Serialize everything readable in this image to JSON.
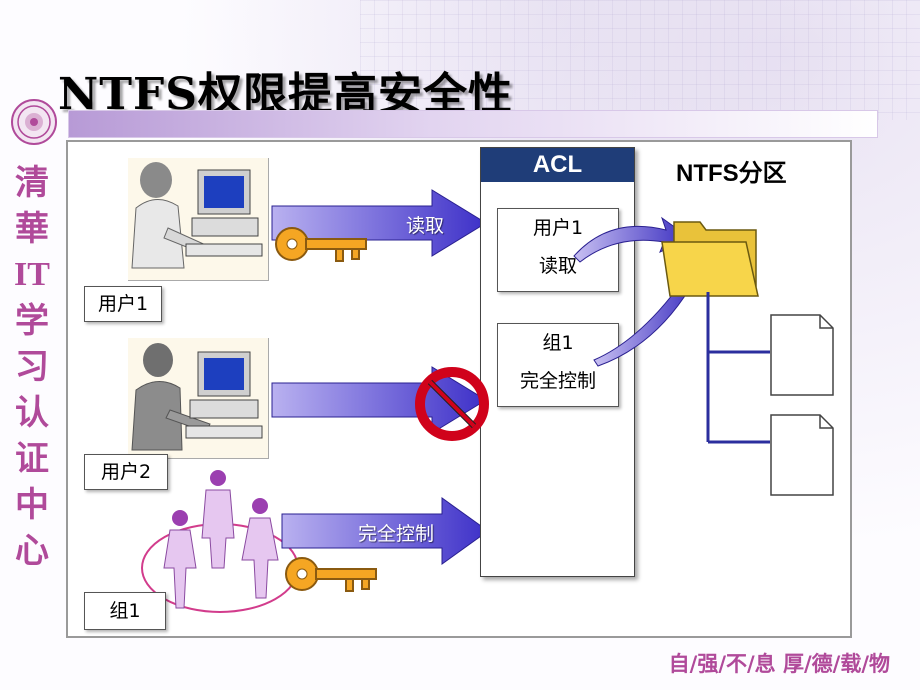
{
  "slide": {
    "title": "NTFS权限提高安全性",
    "side_text": [
      "清",
      "華",
      "IT",
      "学",
      "习",
      "认",
      "证",
      "中",
      "心"
    ],
    "motto": "自/强/不/息  厚/德/载/物"
  },
  "principals": [
    {
      "label": "用户1"
    },
    {
      "label": "用户2"
    },
    {
      "label": "组1"
    }
  ],
  "arrows": [
    {
      "label": "读取"
    },
    {
      "label": ""
    },
    {
      "label": "完全控制"
    }
  ],
  "acl": {
    "header": "ACL",
    "entries": [
      {
        "name": "用户1",
        "permission": "读取"
      },
      {
        "name": "组1",
        "permission": "完全控制"
      }
    ]
  },
  "partition": {
    "label": "NTFS分区"
  },
  "icons": {
    "key": "key-icon",
    "deny": "prohibited-icon",
    "folder": "folder-icon",
    "document": "document-icon",
    "computer": "computer-icon"
  },
  "colors": {
    "arrow": "#5b4fd0",
    "acl_header": "#1f3d78",
    "key": "#f5a623",
    "deny": "#d0021b",
    "folder": "#f7d54a",
    "tree": "#2b2f9e",
    "brand": "#b04a9a"
  }
}
